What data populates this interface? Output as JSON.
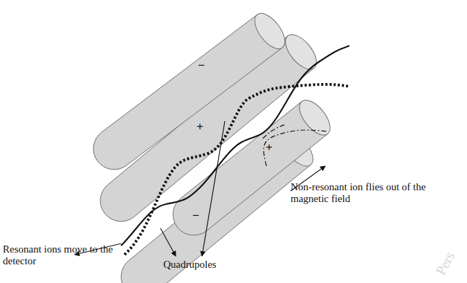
{
  "diagram": {
    "labels": [
      "−",
      "+",
      "+",
      "−",
      "Non-resonant ion flies out of the magnetic field",
      "Resonant ions move to the detector",
      "Quadrupoles",
      "Pers"
    ]
  }
}
